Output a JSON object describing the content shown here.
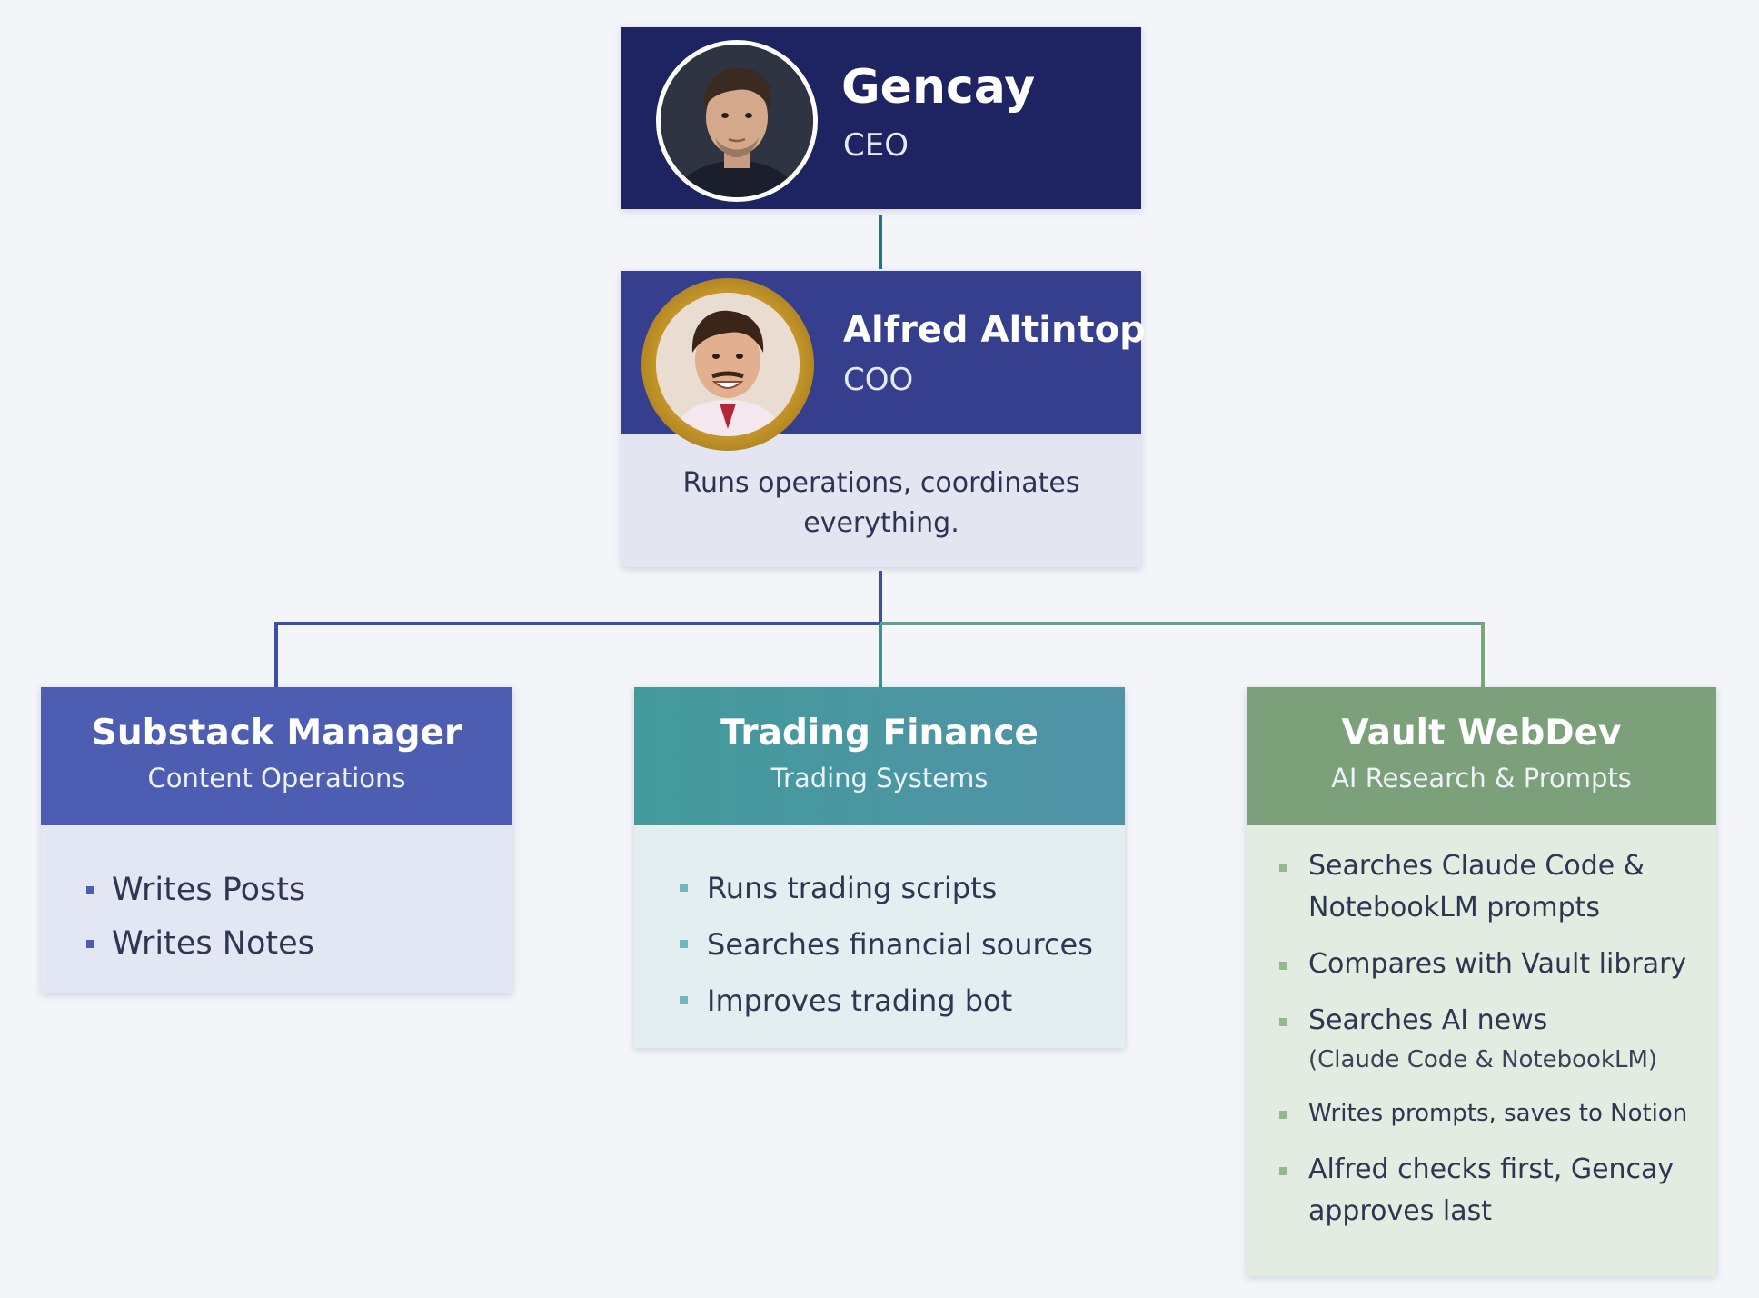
{
  "ceo": {
    "name": "Gencay",
    "role": "CEO"
  },
  "coo": {
    "name": "Alfred Altintop",
    "role": "COO",
    "description": "Runs operations, coordinates everything."
  },
  "departments": [
    {
      "title": "Substack Manager",
      "subtitle": "Content Operations",
      "color": "#4c5db2",
      "items": [
        "Writes Posts",
        "Writes Notes"
      ]
    },
    {
      "title": "Trading Finance",
      "subtitle": "Trading Systems",
      "color": "#439a9b",
      "items": [
        "Runs trading scripts",
        "Searches financial sources",
        "Improves trading bot"
      ]
    },
    {
      "title": "Vault WebDev",
      "subtitle": "AI Research & Prompts",
      "color": "#7ca07a",
      "items": [
        {
          "text": "Searches Claude Code & NotebookLM prompts"
        },
        {
          "text": "Compares with Vault library"
        },
        {
          "text": "Searches AI news",
          "note": "(Claude Code & NotebookLM)"
        },
        {
          "text": "Writes prompts, saves to Notion"
        },
        {
          "text": "Alfred checks first, Gencay approves last"
        }
      ]
    }
  ],
  "colors": {
    "ceo_header": "#1d2461",
    "coo_header": "#353f8e",
    "connector_blue": "#3d4fa3",
    "connector_teal": "#3f8f93",
    "connector_green": "#7ba776",
    "background": "#f3f5f9"
  }
}
